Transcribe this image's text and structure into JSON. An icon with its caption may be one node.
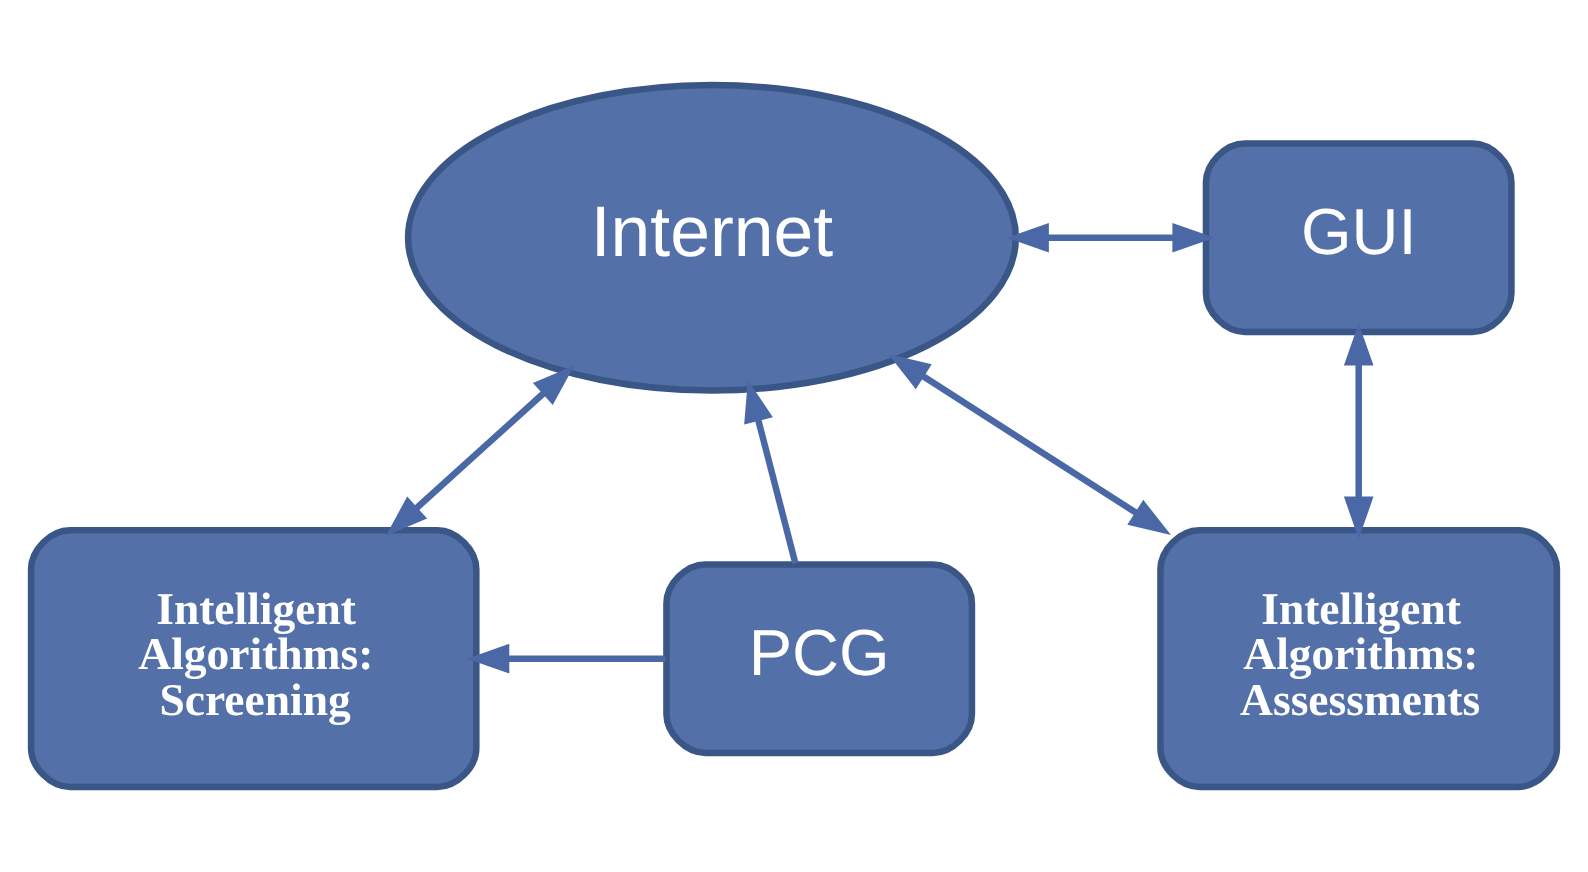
{
  "diagram": {
    "nodes": [
      {
        "text": [
          "Internet"
        ]
      },
      {
        "text": [
          "GUI"
        ]
      },
      {
        "text": [
          "Intelligent Algorithms: Assessments"
        ]
      },
      {
        "text": [
          "PCG"
        ]
      },
      {
        "text": [
          "Intelligent Algorithms: Screening"
        ]
      }
    ],
    "edges": [
      {
        "from": 0,
        "to": 1,
        "arrow": "both"
      },
      {
        "from": 1,
        "to": 2,
        "arrow": "both"
      },
      {
        "from": 0,
        "to": 2,
        "arrow": "both"
      },
      {
        "from": 3,
        "to": 0,
        "arrow": "to"
      },
      {
        "from": 0,
        "to": 4,
        "arrow": "both"
      },
      {
        "from": 3,
        "to": 4,
        "arrow": "to"
      }
    ]
  }
}
